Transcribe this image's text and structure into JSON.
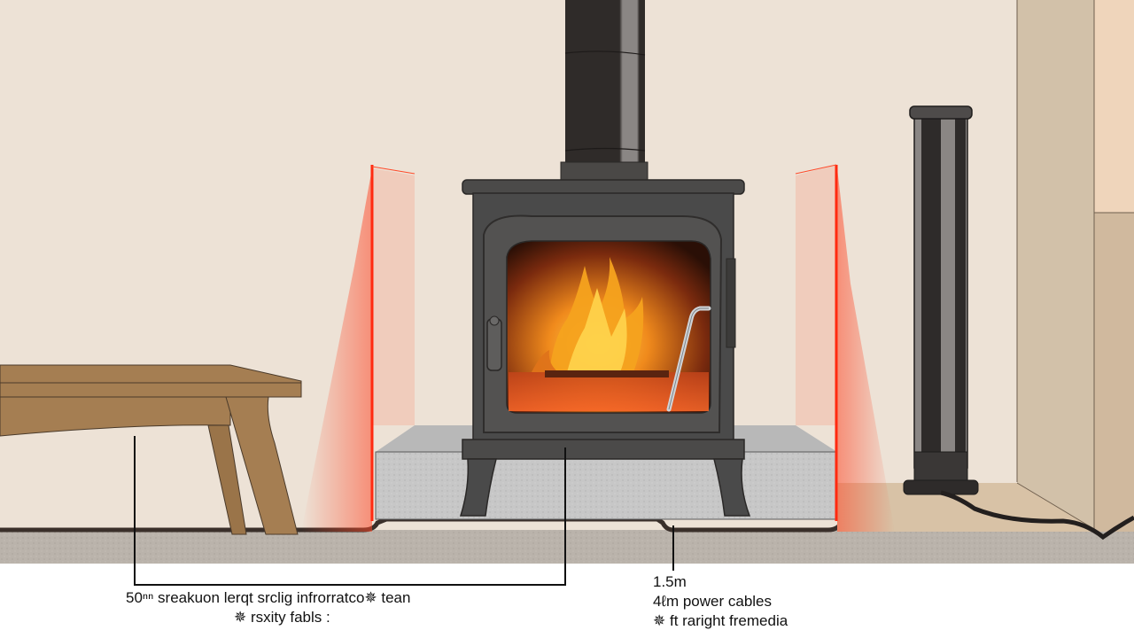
{
  "scene": {
    "title": "Wood-burning stove clearance diagram",
    "colors": {
      "wall": "#ede2d6",
      "floor": "#bdb6ae",
      "hearth": "#c9c9c9",
      "stove": "#4a4a4a",
      "stove_dark": "#2f2c2b",
      "heat_shield": "#ff2a10",
      "table_wood": "#a57e52",
      "side_wall": "#d2c1a9",
      "side_wall_light": "#efd5bb",
      "heater": "#2e2b2a",
      "fire_orange": "#f08a1c"
    },
    "objects": [
      "chimney-flue",
      "wood-stove",
      "fire",
      "hearth-plinth",
      "heat-shield-left",
      "heat-shield-right",
      "side-table",
      "tower-heater",
      "power-cable",
      "side-wall"
    ]
  },
  "annotations": {
    "left": {
      "line1": "50ⁿⁿ sreakuon lerqt srclig infrorratco✵ tean",
      "line2": "✵ rsxity fabls :"
    },
    "right": {
      "line1": "1.5m",
      "line2": "4ℓm power cables",
      "line3": "✵ ft raright fremedia"
    }
  }
}
